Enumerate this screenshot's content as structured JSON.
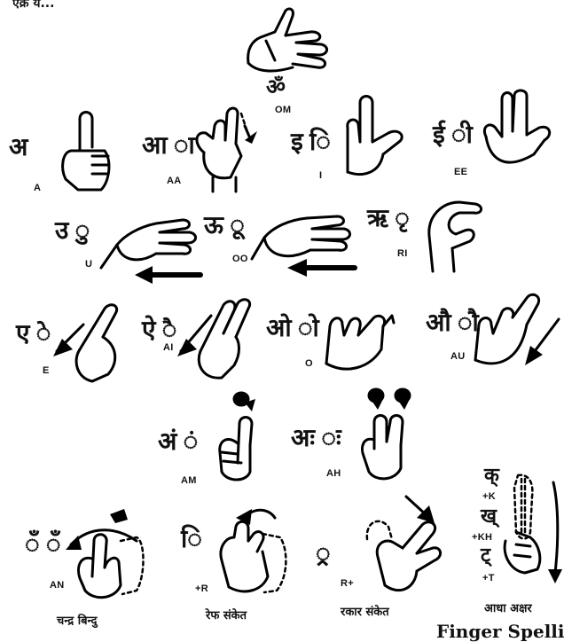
{
  "header_fragment": "एक्र य...",
  "signs": [
    {
      "id": "om",
      "deva": "ॐ",
      "latin": "OM"
    },
    {
      "id": "a",
      "deva": "अ",
      "latin": "A"
    },
    {
      "id": "aa",
      "deva": "आ ा",
      "latin": "AA"
    },
    {
      "id": "i",
      "deva": "इ ि",
      "latin": "I"
    },
    {
      "id": "ee",
      "deva": "ई ी",
      "latin": "EE"
    },
    {
      "id": "u",
      "deva": "उ ु",
      "latin": "U"
    },
    {
      "id": "oo",
      "deva": "ऊ ू",
      "latin": "OO"
    },
    {
      "id": "ri",
      "deva": "ऋ ृ",
      "latin": "RI"
    },
    {
      "id": "e",
      "deva": "ए े",
      "latin": "E"
    },
    {
      "id": "ai",
      "deva": "ऐ ै",
      "latin": "AI"
    },
    {
      "id": "o",
      "deva": "ओ ो",
      "latin": "O"
    },
    {
      "id": "au",
      "deva": "औ ौ",
      "latin": "AU"
    },
    {
      "id": "am",
      "deva": "अं ं",
      "latin": "AM"
    },
    {
      "id": "ah",
      "deva": "अः ः",
      "latin": "AH"
    },
    {
      "id": "an",
      "deva": "ँ ँ",
      "latin": "AN",
      "caption": "चन्द्र बिन्दु"
    },
    {
      "id": "r_plus",
      "deva": "ि",
      "latin": "+R",
      "caption": "रेफ संकेत"
    },
    {
      "id": "plus_r",
      "deva": "्र",
      "latin": "R+",
      "caption": "रकार संकेत"
    },
    {
      "id": "half",
      "deva_list": [
        "क्",
        "ख्",
        "ट्"
      ],
      "latin_list": [
        "+K",
        "+KH",
        "+T"
      ],
      "caption": "आधा अक्षर"
    }
  ],
  "footer_text": "Finger Spellin"
}
